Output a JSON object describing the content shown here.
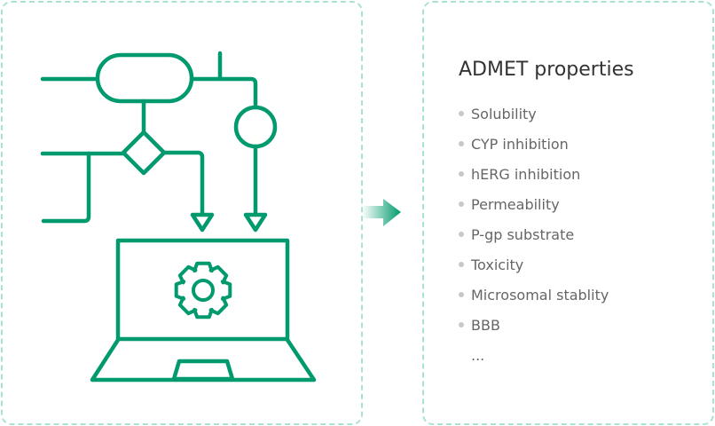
{
  "colors": {
    "accent": "#009a6e",
    "border": "#a9e3cf",
    "bullet": "#c8c8c8"
  },
  "panel": {
    "title": "ADMET properties",
    "items": [
      "Solubility",
      "CYP inhibition",
      "hERG inhibition",
      "Permeability",
      "P-gp substrate",
      "Toxicity",
      "Microsomal stablity",
      "BBB"
    ],
    "more": "..."
  }
}
